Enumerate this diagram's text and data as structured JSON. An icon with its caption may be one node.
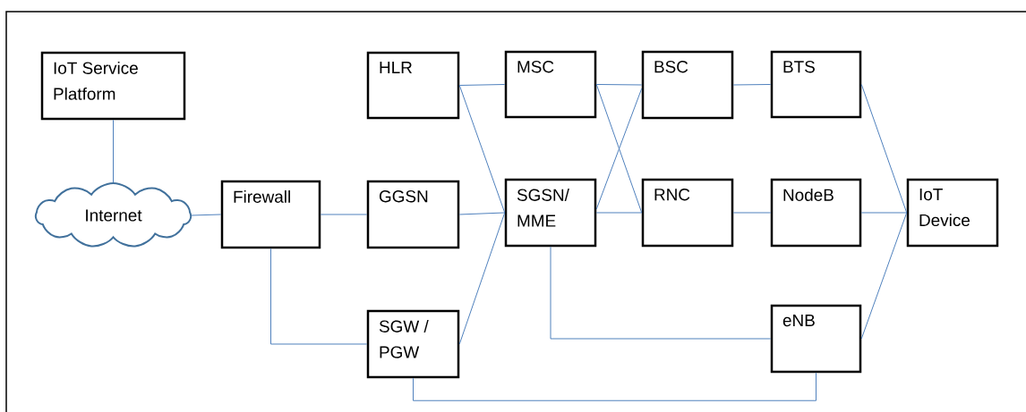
{
  "diagram": {
    "nodes": [
      {
        "text": [
          "IoT Service Platform"
        ]
      },
      {
        "text": [
          "HLR"
        ]
      },
      {
        "text": [
          "MSC"
        ]
      },
      {
        "text": [
          "BSC"
        ]
      },
      {
        "text": [
          "BTS"
        ]
      },
      {
        "text": [
          "Internet"
        ]
      },
      {
        "text": [
          "Firewall"
        ]
      },
      {
        "text": [
          "GGSN"
        ]
      },
      {
        "text": [
          "SGSN/ MME"
        ]
      },
      {
        "text": [
          "RNC"
        ]
      },
      {
        "text": [
          "NodeB"
        ]
      },
      {
        "text": [
          "IoT Device"
        ]
      },
      {
        "text": [
          "SGW / PGW"
        ]
      },
      {
        "text": [
          "eNB"
        ]
      }
    ],
    "edges": [
      {
        "from": 0,
        "to": 5,
        "arrow": "none"
      },
      {
        "from": 5,
        "to": 6,
        "arrow": "none"
      },
      {
        "from": 6,
        "to": 7,
        "arrow": "none"
      },
      {
        "from": 6,
        "to": 12,
        "arrow": "none"
      },
      {
        "from": 1,
        "to": 2,
        "arrow": "none"
      },
      {
        "from": 1,
        "to": 8,
        "arrow": "none"
      },
      {
        "from": 7,
        "to": 8,
        "arrow": "none"
      },
      {
        "from": 12,
        "to": 8,
        "arrow": "none"
      },
      {
        "from": 2,
        "to": 3,
        "arrow": "none"
      },
      {
        "from": 2,
        "to": 9,
        "arrow": "none"
      },
      {
        "from": 8,
        "to": 3,
        "arrow": "none"
      },
      {
        "from": 8,
        "to": 9,
        "arrow": "none"
      },
      {
        "from": 3,
        "to": 4,
        "arrow": "none"
      },
      {
        "from": 9,
        "to": 10,
        "arrow": "none"
      },
      {
        "from": 4,
        "to": 11,
        "arrow": "none"
      },
      {
        "from": 10,
        "to": 11,
        "arrow": "none"
      },
      {
        "from": 13,
        "to": 11,
        "arrow": "none"
      },
      {
        "from": 8,
        "to": 13,
        "arrow": "none"
      },
      {
        "from": 12,
        "to": 13,
        "arrow": "none"
      }
    ]
  }
}
